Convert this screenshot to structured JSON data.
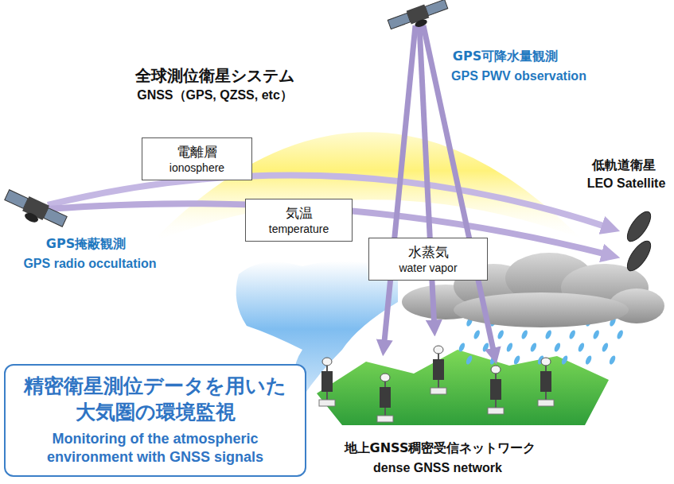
{
  "diagram": {
    "nodes": [
      {
        "text": [
          "電離層",
          "ionosphere"
        ]
      },
      {
        "text": [
          "気温",
          "temperature"
        ]
      },
      {
        "text": [
          "水蒸気",
          "water vapor"
        ]
      },
      {
        "text": [
          "精密衛星測位データを用いた 大気圏の環境監視",
          "Monitoring of the atmospheric environment with GNSS signals"
        ]
      }
    ],
    "labels": [
      "全球測位衛星システム",
      "GNSS（GPS, QZSS, etc）",
      "GPS可降水量観測",
      "GPS PWV observation",
      "低軌道衛星",
      "LEO Satellite",
      "GPS掩蔽観測",
      "GPS radio occultation",
      "地上GNSS稠密受信ネットワーク",
      "dense GNSS network"
    ]
  }
}
